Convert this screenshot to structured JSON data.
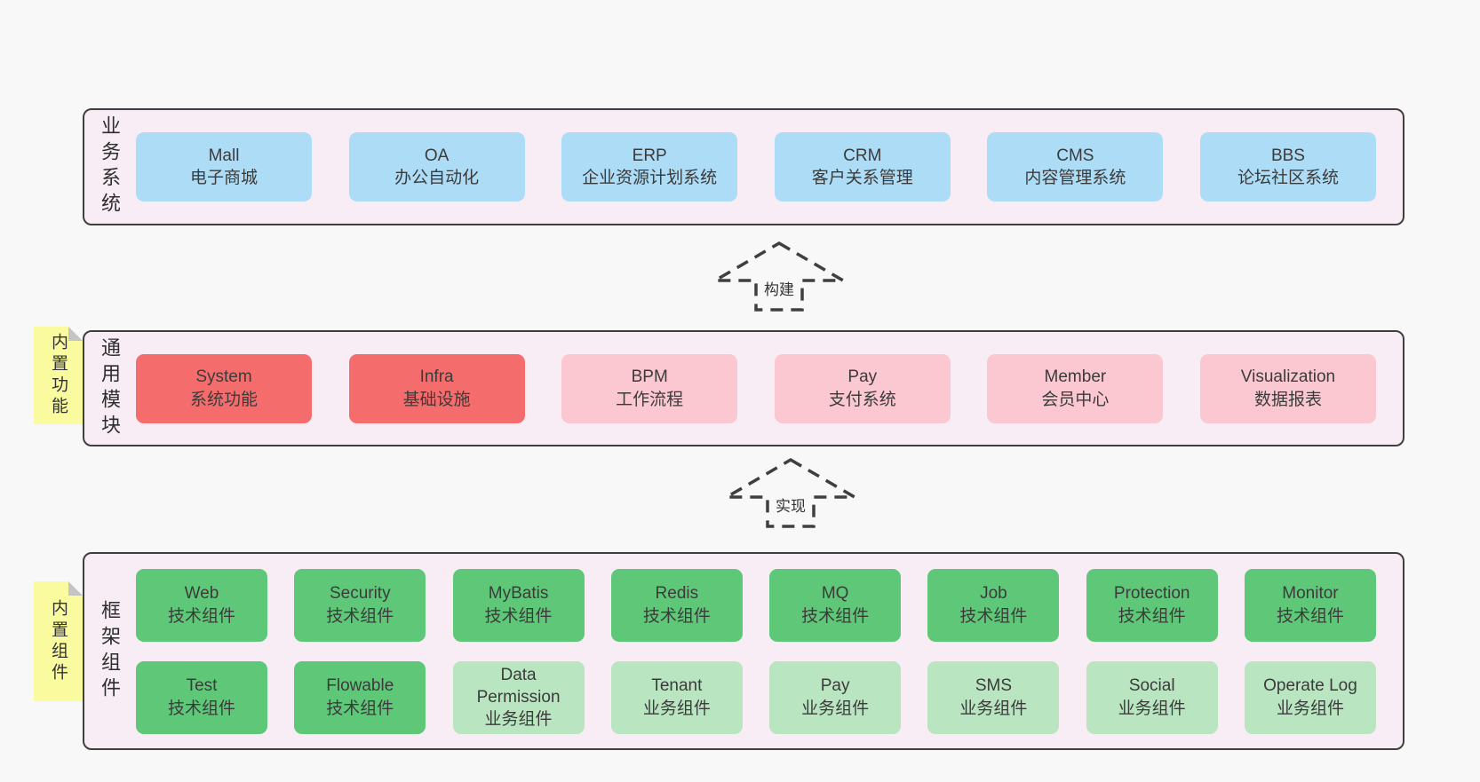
{
  "colors": {
    "page_bg": "#f8f8f8",
    "band_bg": "#f8edf5",
    "band_border": "#3f3f3f",
    "blue_box": "#addcf7",
    "red_box": "#f56c6c",
    "pink_box": "#fbc7d1",
    "green_box": "#5fc878",
    "light_green_box": "#b9e5c1",
    "note_yellow": "#fafa9e"
  },
  "bands": {
    "business": {
      "label": "业务系统",
      "boxes": [
        {
          "title": "Mall",
          "subtitle": "电子商城"
        },
        {
          "title": "OA",
          "subtitle": "办公自动化"
        },
        {
          "title": "ERP",
          "subtitle": "企业资源计划系统"
        },
        {
          "title": "CRM",
          "subtitle": "客户关系管理"
        },
        {
          "title": "CMS",
          "subtitle": "内容管理系统"
        },
        {
          "title": "BBS",
          "subtitle": "论坛社区系统"
        }
      ]
    },
    "modules": {
      "label": "通用模块",
      "note": "内置功能",
      "boxes": [
        {
          "title": "System",
          "subtitle": "系统功能"
        },
        {
          "title": "Infra",
          "subtitle": "基础设施"
        },
        {
          "title": "BPM",
          "subtitle": "工作流程"
        },
        {
          "title": "Pay",
          "subtitle": "支付系统"
        },
        {
          "title": "Member",
          "subtitle": "会员中心"
        },
        {
          "title": "Visualization",
          "subtitle": "数据报表"
        }
      ]
    },
    "components": {
      "label": "框架组件",
      "note": "内置组件",
      "row1": [
        {
          "title": "Web",
          "subtitle": "技术组件"
        },
        {
          "title": "Security",
          "subtitle": "技术组件"
        },
        {
          "title": "MyBatis",
          "subtitle": "技术组件"
        },
        {
          "title": "Redis",
          "subtitle": "技术组件"
        },
        {
          "title": "MQ",
          "subtitle": "技术组件"
        },
        {
          "title": "Job",
          "subtitle": "技术组件"
        },
        {
          "title": "Protection",
          "subtitle": "技术组件"
        },
        {
          "title": "Monitor",
          "subtitle": "技术组件"
        }
      ],
      "row2": [
        {
          "title": "Test",
          "subtitle": "技术组件"
        },
        {
          "title": "Flowable",
          "subtitle": "技术组件"
        },
        {
          "title": "Data Permission",
          "subtitle": "业务组件"
        },
        {
          "title": "Tenant",
          "subtitle": "业务组件"
        },
        {
          "title": "Pay",
          "subtitle": "业务组件"
        },
        {
          "title": "SMS",
          "subtitle": "业务组件"
        },
        {
          "title": "Social",
          "subtitle": "业务组件"
        },
        {
          "title": "Operate Log",
          "subtitle": "业务组件"
        }
      ]
    }
  },
  "arrows": [
    {
      "label": "构建"
    },
    {
      "label": "实现"
    }
  ]
}
